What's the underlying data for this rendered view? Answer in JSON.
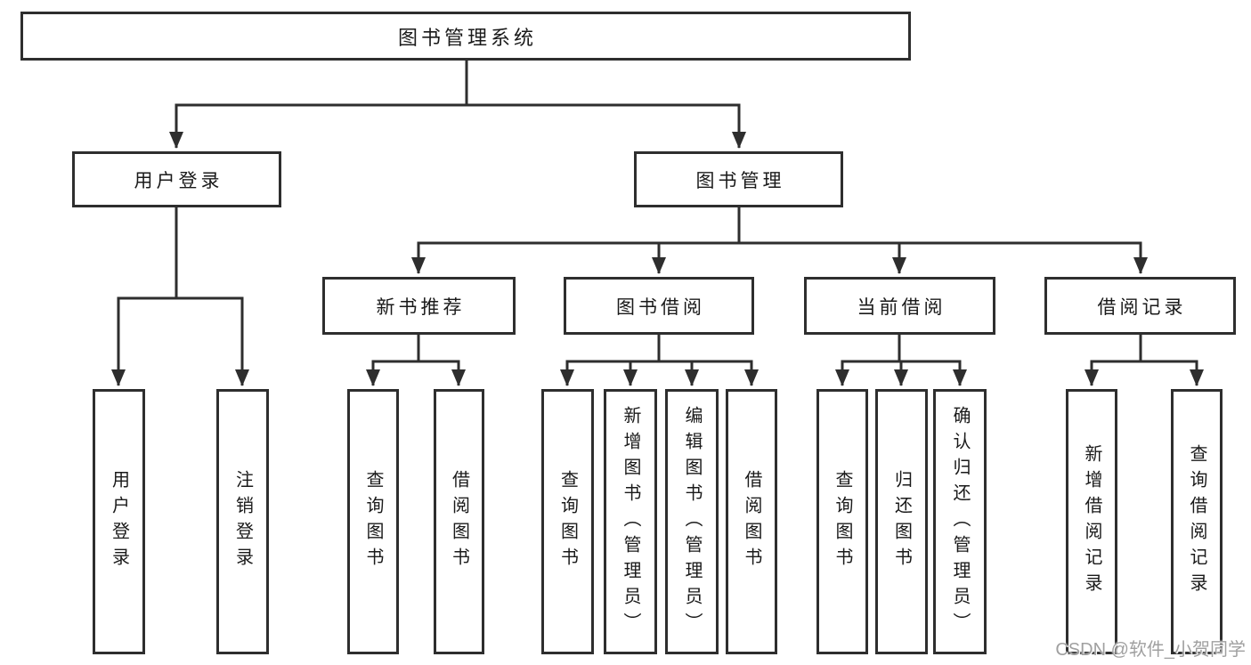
{
  "diagram": {
    "title": "图书管理系统",
    "nodes": {
      "root": {
        "label": "图书管理系统"
      },
      "user_login": {
        "label": "用户登录",
        "children": [
          "用户登录",
          "注销登录"
        ]
      },
      "book_mgmt": {
        "label": "图书管理",
        "sections": [
          {
            "label": "新书推荐",
            "children": [
              "查询图书",
              "借阅图书"
            ]
          },
          {
            "label": "图书借阅",
            "children": [
              "查询图书",
              "新增图书（管理员）",
              "编辑图书（管理员）",
              "借阅图书"
            ]
          },
          {
            "label": "当前借阅",
            "children": [
              "查询图书",
              "归还图书",
              "确认归还（管理员）"
            ]
          },
          {
            "label": "借阅记录",
            "children": [
              "新增借阅记录",
              "查询借阅记录"
            ]
          }
        ]
      }
    }
  },
  "watermark": {
    "text": "CSDN @软件_小贺同学"
  },
  "colors": {
    "line": "#2e2e2e",
    "border": "#2e2e2e",
    "text": "#1a1a1a",
    "watermark": "#a0a0a0",
    "background": "#ffffff"
  }
}
